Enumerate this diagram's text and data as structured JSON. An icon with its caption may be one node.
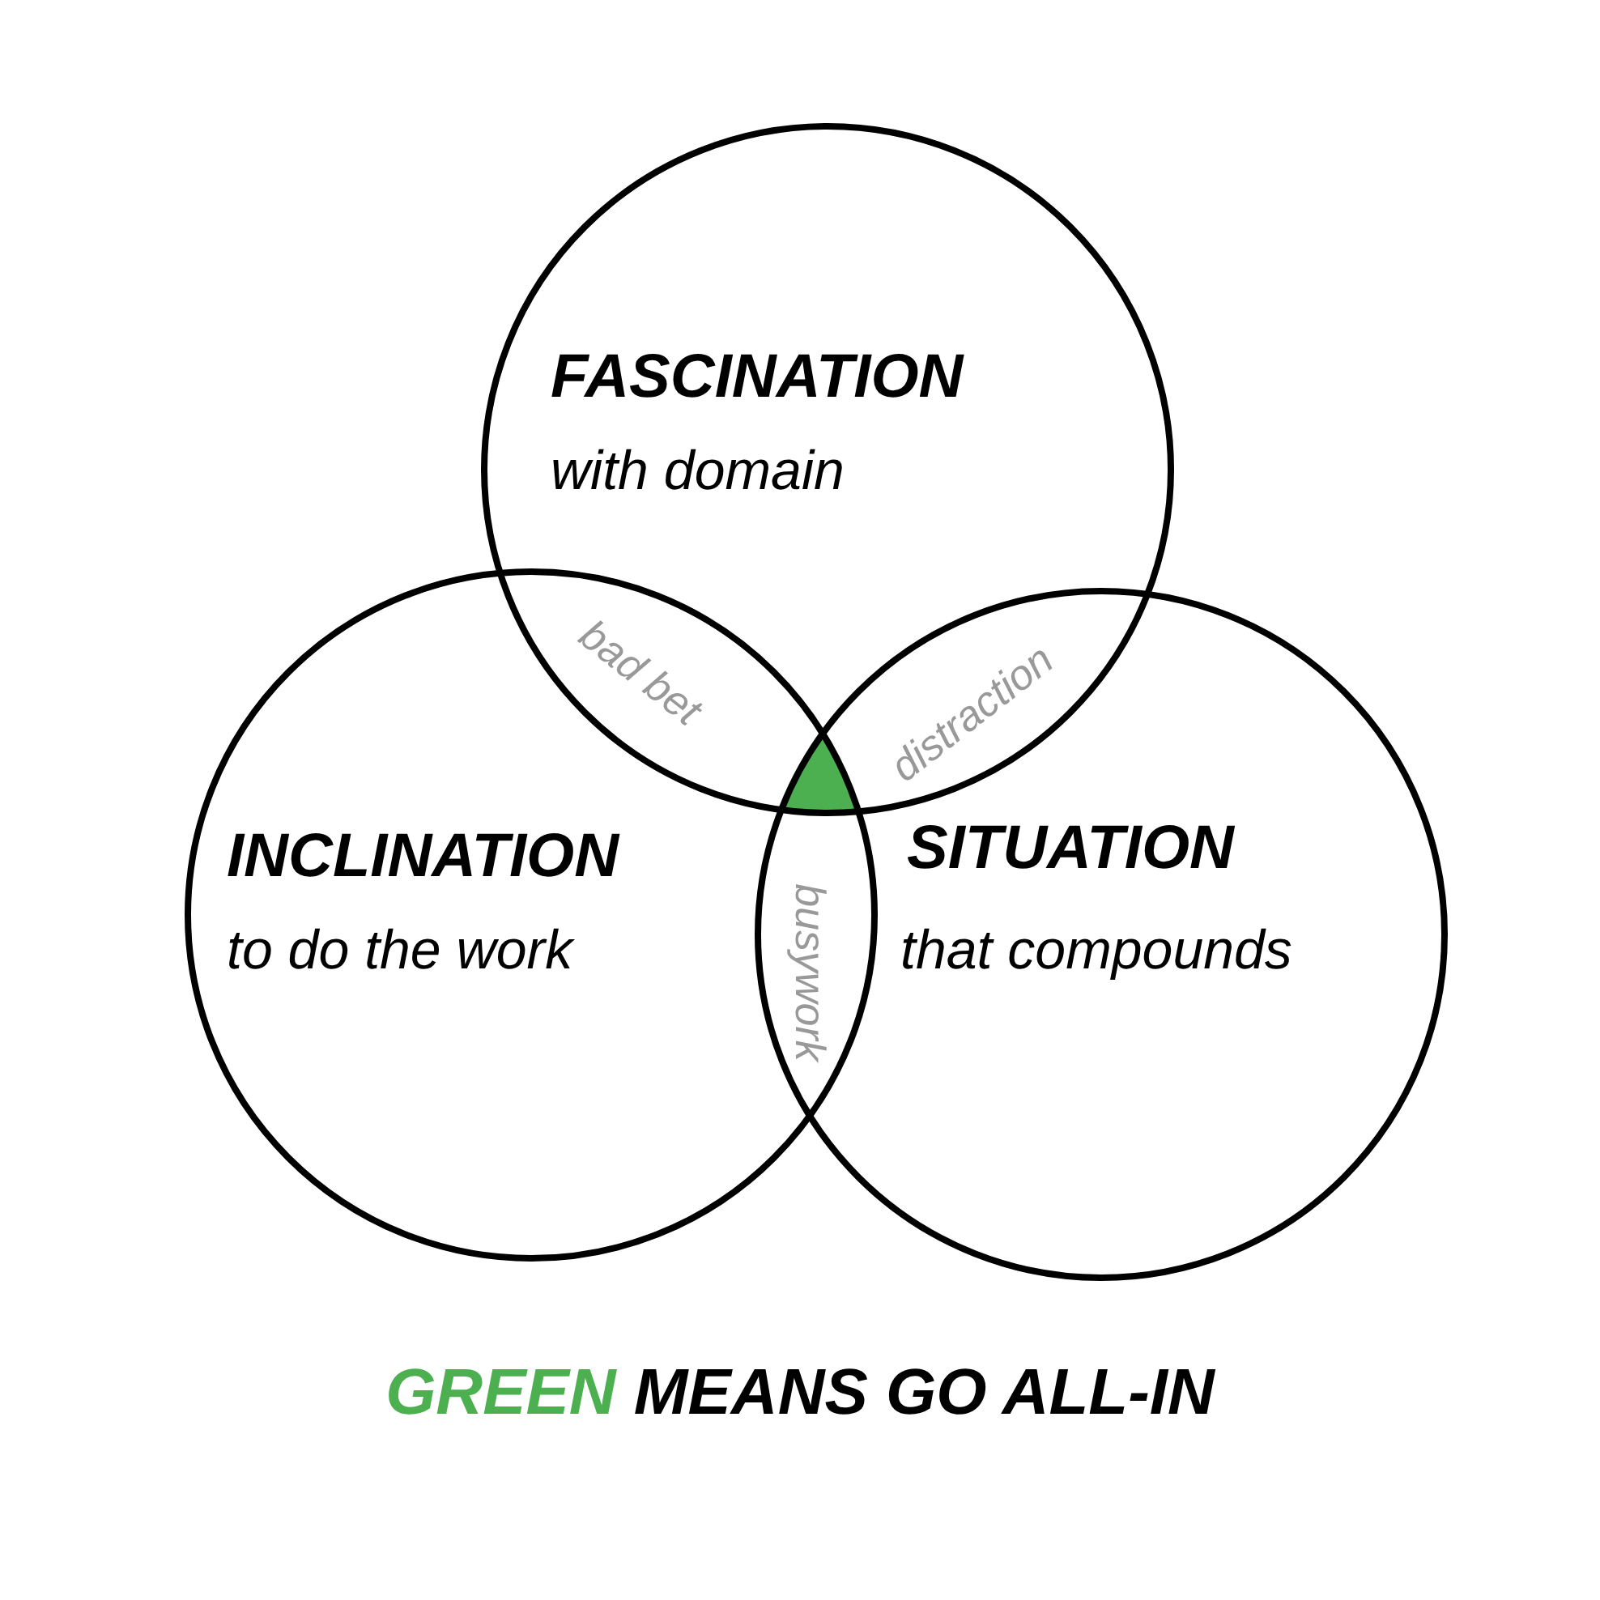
{
  "diagram": {
    "nodes": [
      {
        "text": [
          "FASCINATION",
          "with domain"
        ]
      },
      {
        "text": [
          "INCLINATION",
          "to do the work"
        ]
      },
      {
        "text": [
          "SITUATION",
          "that compounds"
        ]
      }
    ],
    "edges": [],
    "labels": [
      "bad bet",
      "distraction",
      "busywork"
    ],
    "legend": [
      {
        "text": "GREEN MEANS GO ALL-IN",
        "color": "#4caf50"
      }
    ]
  }
}
